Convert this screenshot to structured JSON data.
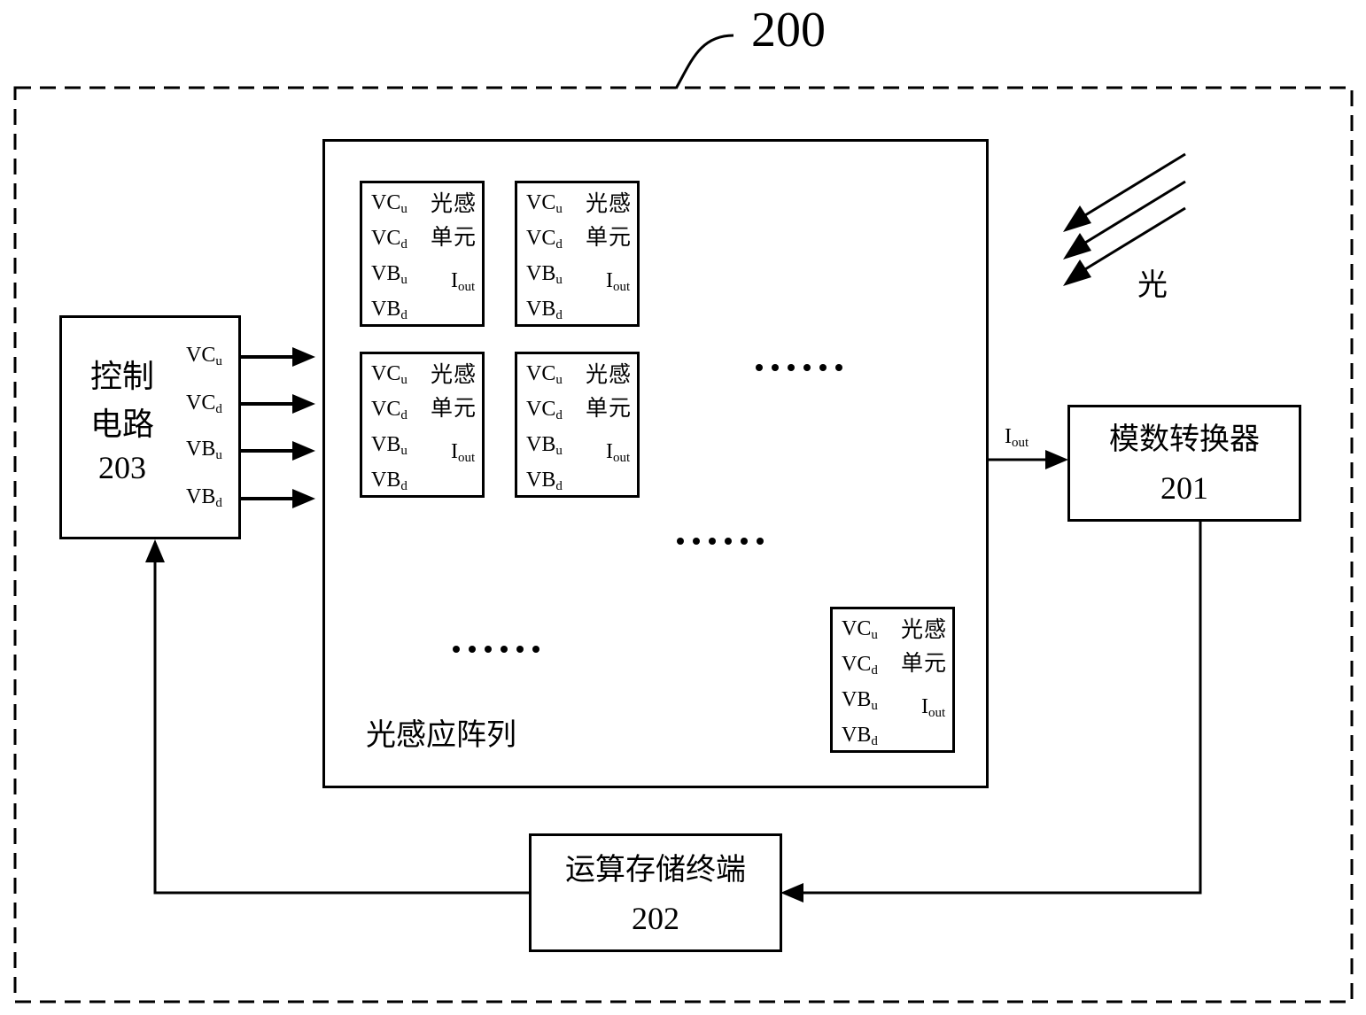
{
  "system_label": "200",
  "light_label": "光",
  "control_circuit": {
    "line1": "控制",
    "line2": "电路",
    "id": "203"
  },
  "adc": {
    "name": "模数转换器",
    "id": "201"
  },
  "compute": {
    "name": "运算存储终端",
    "id": "202"
  },
  "array_label": "光感应阵列",
  "signals": {
    "vc": "VC",
    "vb": "VB",
    "u": "u",
    "d": "d",
    "i": "I",
    "out": "out"
  },
  "cell": {
    "name_line1": "光感",
    "name_line2": "单元"
  }
}
